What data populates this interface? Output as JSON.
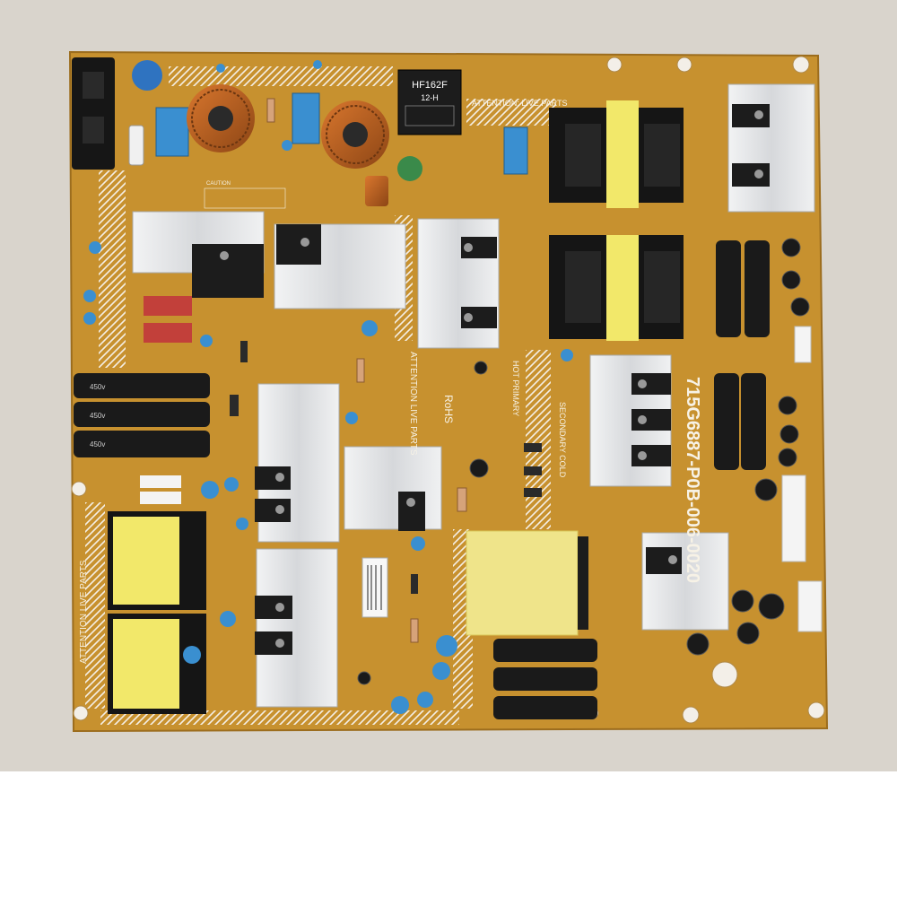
{
  "board": {
    "part_number": "715G6887-P0B-006-0020",
    "rohs": "RoHS",
    "attention_labels": [
      "ATTENTION: LIVE PARTS",
      "ATTENTION LIVE PARTS",
      "ATTENTION LIVE PARTS"
    ],
    "relay": {
      "line1": "HF162F",
      "line2": "12-H"
    },
    "caution": "CAUTION",
    "hot_primary": "HOT PRIMARY",
    "cold_secondary": "SECONDARY COLD",
    "cap_rating": "450v"
  },
  "colors": {
    "pcb": "#c7912f",
    "heatsink": "#dfe0e2",
    "transformer_tape": "#f2e86a",
    "capacitor_blue": "#3a8fd0",
    "background": "#d9d4cc"
  }
}
